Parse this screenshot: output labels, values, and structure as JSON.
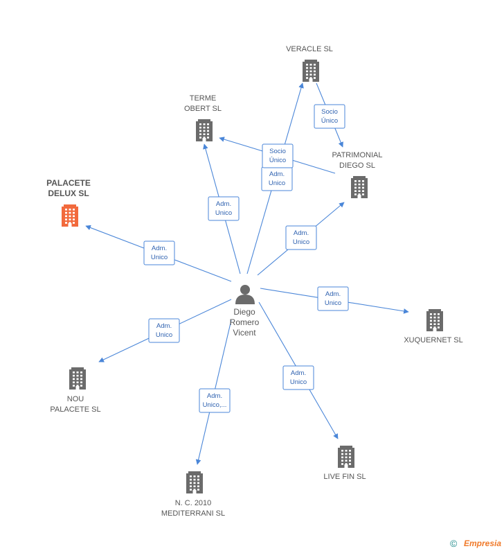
{
  "nodes": [
    {
      "id": "veracle",
      "lines": [
        "VERACLE SL"
      ],
      "highlight": false
    },
    {
      "id": "terme",
      "lines": [
        "TERME",
        "OBERT SL"
      ],
      "highlight": false
    },
    {
      "id": "patrimonial",
      "lines": [
        "PATRIMONIAL",
        "DIEGO SL"
      ],
      "highlight": false
    },
    {
      "id": "palacete",
      "lines": [
        "PALACETE",
        "DELUX SL"
      ],
      "highlight": true
    },
    {
      "id": "xuquernet",
      "lines": [
        "XUQUERNET SL"
      ],
      "highlight": false
    },
    {
      "id": "nou",
      "lines": [
        "NOU",
        "PALACETE SL"
      ],
      "highlight": false
    },
    {
      "id": "livefin",
      "lines": [
        "LIVE FIN SL"
      ],
      "highlight": false
    },
    {
      "id": "nc2010",
      "lines": [
        "N.  C. 2010",
        "MEDITERRANI SL"
      ],
      "highlight": false
    }
  ],
  "person": {
    "id": "diego",
    "lines": [
      "Diego",
      "Romero",
      "Vicent"
    ]
  },
  "edges": [
    {
      "id": "e-veracle",
      "from": "diego",
      "to": "veracle",
      "label": [
        "Adm.",
        "Unico"
      ]
    },
    {
      "id": "e-terme",
      "from": "diego",
      "to": "terme",
      "label": [
        "Adm.",
        "Unico"
      ]
    },
    {
      "id": "e-patrimonial",
      "from": "diego",
      "to": "patrimonial",
      "label": [
        "Adm.",
        "Unico"
      ]
    },
    {
      "id": "e-palacete",
      "from": "diego",
      "to": "palacete",
      "label": [
        "Adm.",
        "Unico"
      ]
    },
    {
      "id": "e-xuquernet",
      "from": "diego",
      "to": "xuquernet",
      "label": [
        "Adm.",
        "Unico"
      ]
    },
    {
      "id": "e-nou",
      "from": "diego",
      "to": "nou",
      "label": [
        "Adm.",
        "Unico"
      ]
    },
    {
      "id": "e-livefin",
      "from": "diego",
      "to": "livefin",
      "label": [
        "Adm.",
        "Unico"
      ]
    },
    {
      "id": "e-nc2010",
      "from": "diego",
      "to": "nc2010",
      "label": [
        "Adm.",
        "Unico,..."
      ]
    },
    {
      "id": "e-veracle-patrimonial",
      "from": "veracle",
      "to": "patrimonial",
      "label": [
        "Socio",
        "Único"
      ]
    },
    {
      "id": "e-patrimonial-terme",
      "from": "patrimonial",
      "to": "terme",
      "label": [
        "Socio",
        "Único"
      ]
    }
  ],
  "colors": {
    "edge": "#4a86d8",
    "building": "#6b6b6b",
    "highlight": "#f26a3d",
    "person": "#6b6b6b"
  },
  "footer": {
    "copyright_symbol": "©",
    "brand": "Empresia"
  }
}
